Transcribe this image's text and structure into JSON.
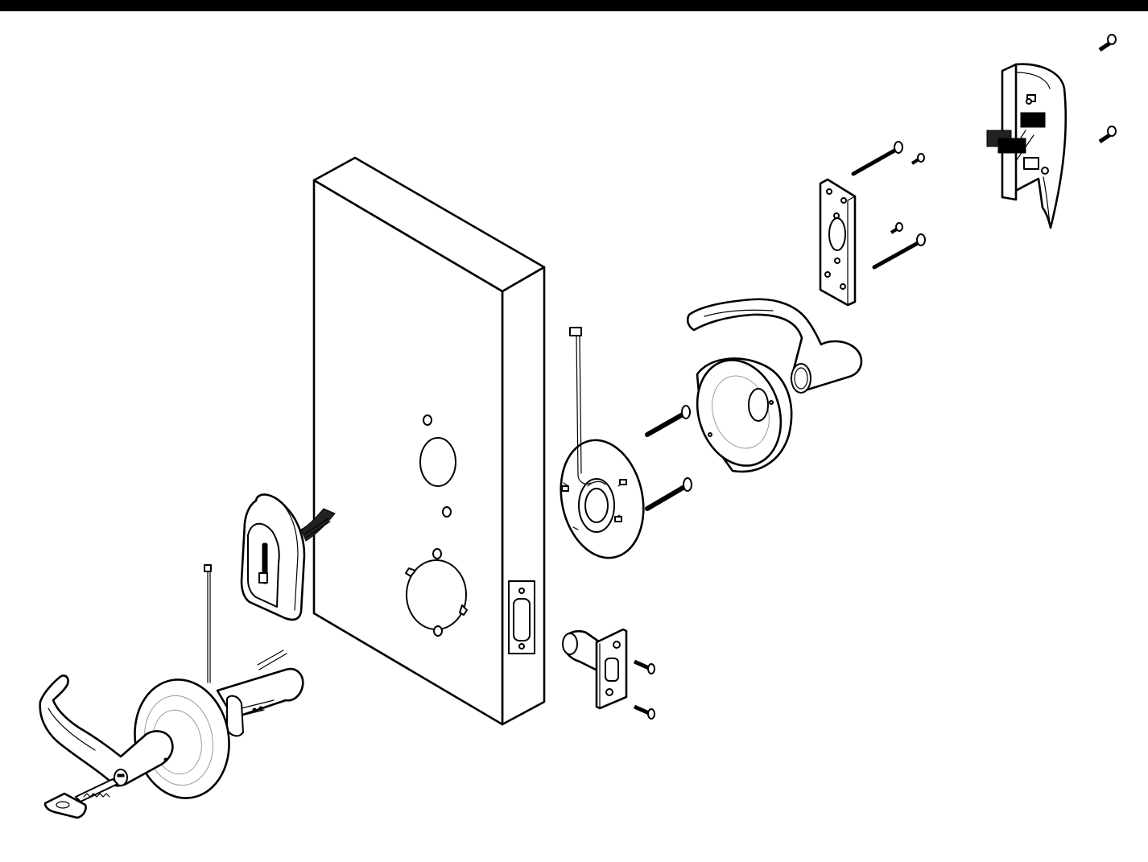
{
  "diagram": {
    "kind": "exploded-assembly-drawing",
    "components": [
      {
        "id": "door",
        "icon": "door-panel-icon"
      },
      {
        "id": "inside-reader-housing",
        "icon": "electronic-housing-icon"
      },
      {
        "id": "mounting-plate",
        "icon": "mounting-plate-icon"
      },
      {
        "id": "thru-bolts",
        "icon": "bolt-icon",
        "count": 2
      },
      {
        "id": "small-screws",
        "icon": "screw-icon",
        "count": 4
      },
      {
        "id": "inside-lever",
        "icon": "lever-handle-icon"
      },
      {
        "id": "inside-rose",
        "icon": "rose-trim-icon"
      },
      {
        "id": "mounting-screws",
        "icon": "screw-icon",
        "count": 2
      },
      {
        "id": "rose-mounting-plate",
        "icon": "mounting-ring-icon"
      },
      {
        "id": "ribbon-cable",
        "icon": "ribbon-cable-icon"
      },
      {
        "id": "latch",
        "icon": "latch-bolt-icon"
      },
      {
        "id": "latch-screws",
        "icon": "screw-icon",
        "count": 2
      },
      {
        "id": "outside-card-reader",
        "icon": "card-reader-icon"
      },
      {
        "id": "outside-lever-chassis",
        "icon": "lever-chassis-icon"
      },
      {
        "id": "key",
        "icon": "key-icon"
      }
    ]
  }
}
